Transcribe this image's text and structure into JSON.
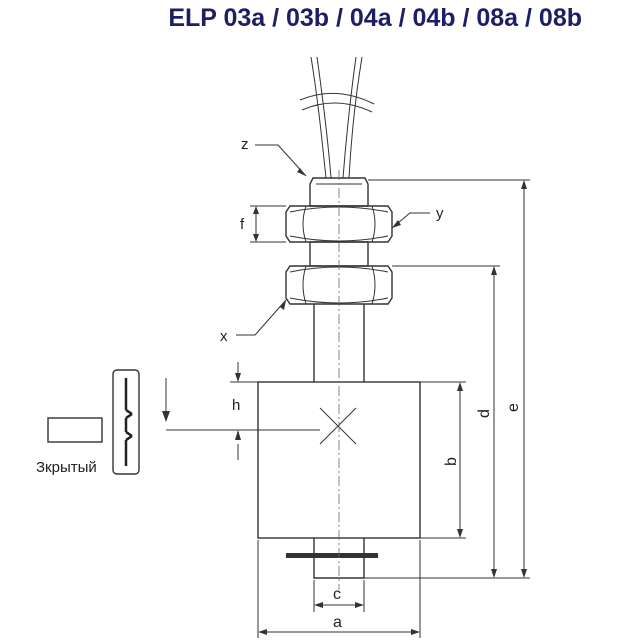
{
  "title": {
    "text": "ELP 03a / 03b / 04a / 04b / 08a / 08b",
    "color": "#1c1f66"
  },
  "labels": {
    "z": "z",
    "y": "y",
    "x": "x",
    "f": "f",
    "h": "h",
    "b": "b",
    "d": "d",
    "e": "e",
    "c": "c",
    "a": "a"
  },
  "state_label": "Зкрытый",
  "colors": {
    "line": "#333333",
    "text": "#222222"
  }
}
